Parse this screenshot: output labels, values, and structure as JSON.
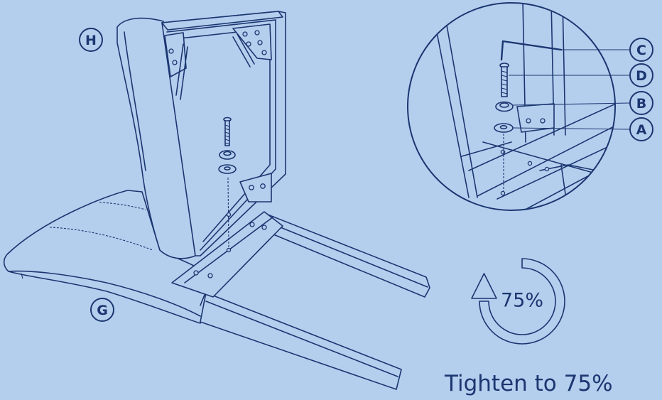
{
  "labels": {
    "h": "H",
    "g": "G",
    "c": "C",
    "d": "D",
    "b": "B",
    "a": "A"
  },
  "torque": {
    "percent_text": "75%",
    "instruction": "Tighten to 75%",
    "rotation_fraction": 0.75,
    "icon": "rotate-counterclockwise-arrow-icon"
  },
  "colors": {
    "background": "#b4cfee",
    "line": "#1b3670"
  }
}
